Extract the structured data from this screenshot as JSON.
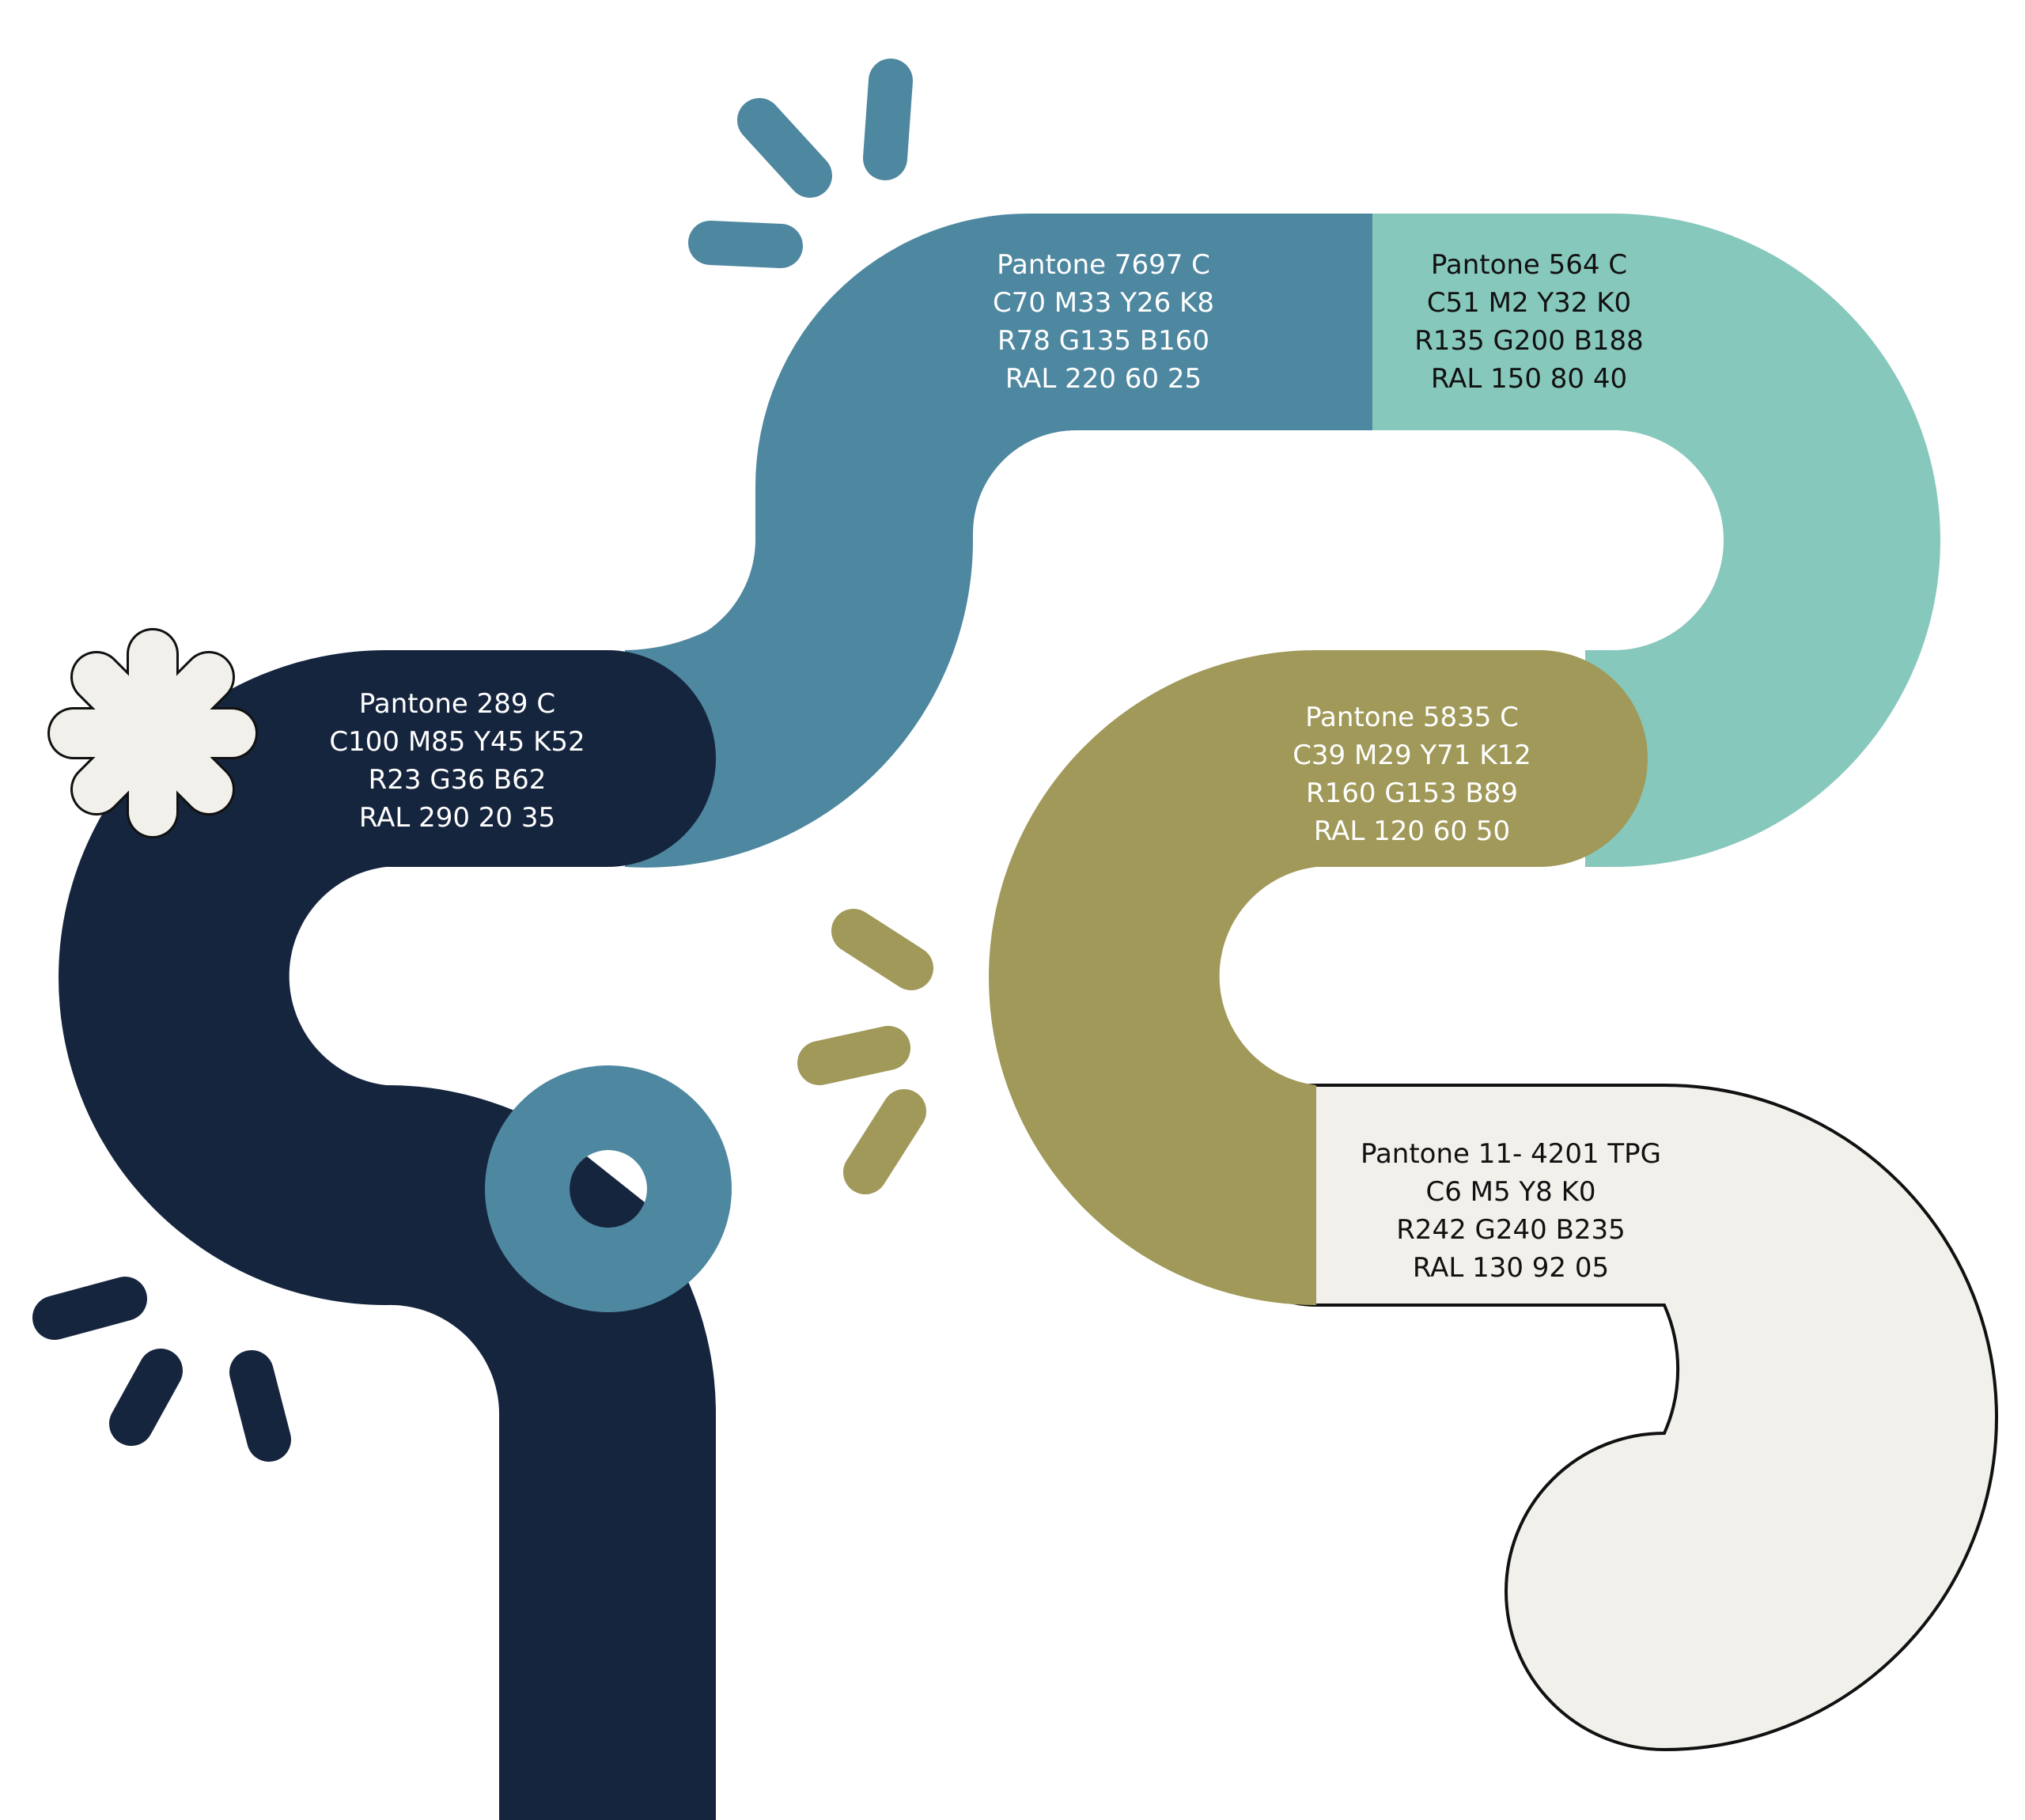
{
  "colors": {
    "navy": "#16253E",
    "steel_blue": "#4E87A0",
    "mint": "#87C8BC",
    "olive": "#A09959",
    "off_white": "#F2F0EB",
    "outline": "#111111",
    "background": "#FFFFFF"
  },
  "swatches": [
    {
      "id": "pantone-7697c",
      "color": "#4E87A0",
      "text_color": "#FFFFFF",
      "lines": [
        "Pantone 7697 C",
        "C70 M33 Y26 K8",
        "R78 G135 B160",
        "RAL 220 60 25"
      ]
    },
    {
      "id": "pantone-564c",
      "color": "#87C8BC",
      "text_color": "#111111",
      "lines": [
        "Pantone 564 C",
        "C51 M2 Y32 K0",
        "R135 G200 B188",
        "RAL 150 80 40"
      ]
    },
    {
      "id": "pantone-289c",
      "color": "#16253E",
      "text_color": "#FFFFFF",
      "lines": [
        "Pantone 289 C",
        "C100 M85 Y45 K52",
        "R23 G36 B62",
        "RAL 290 20 35"
      ]
    },
    {
      "id": "pantone-5835c",
      "color": "#A09959",
      "text_color": "#FFFFFF",
      "lines": [
        "Pantone 5835 C",
        "C39 M29 Y71 K12",
        "R160 G153 B89",
        "RAL 120 60 50"
      ]
    },
    {
      "id": "pantone-11-4201tpg",
      "color": "#F2F0EB",
      "text_color": "#111111",
      "lines": [
        "Pantone 11- 4201 TPG",
        "C6 M5 Y8 K0",
        "R242 G240 B235",
        "RAL 130 92 05"
      ]
    }
  ]
}
